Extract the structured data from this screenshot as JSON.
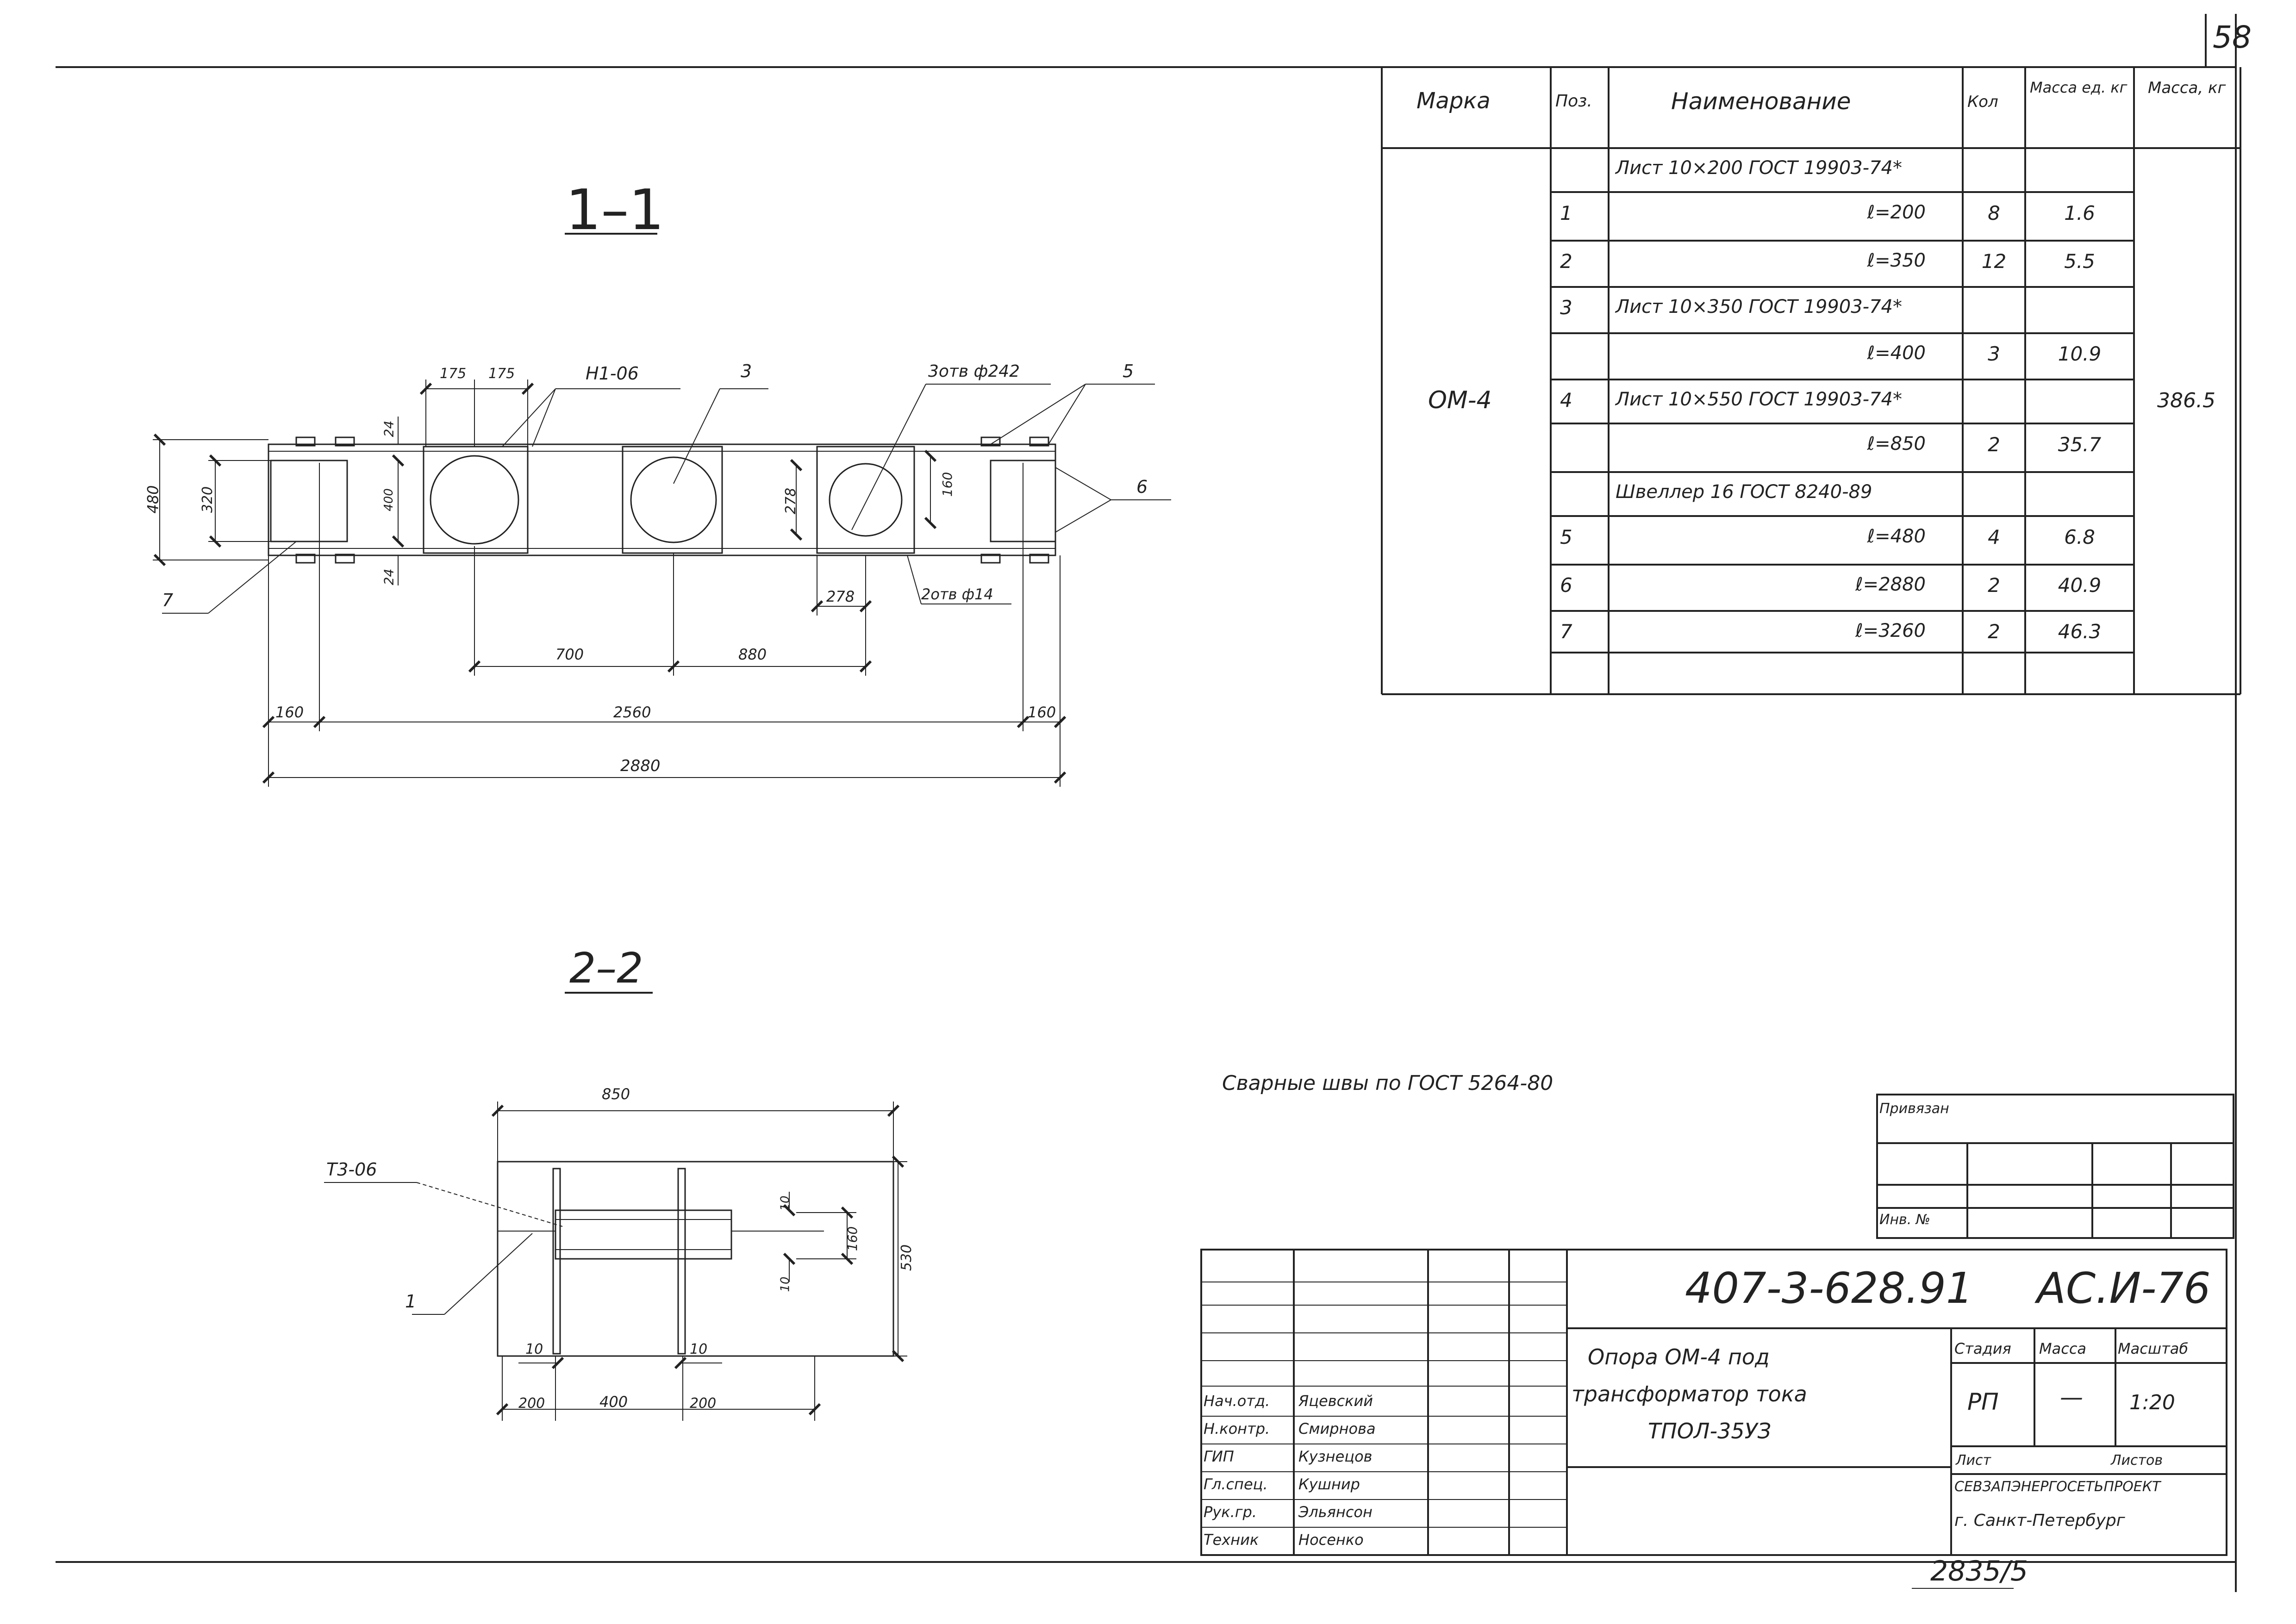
{
  "sheet_number": "58",
  "section_1": {
    "title": "1–1",
    "dims": {
      "d175a": "175",
      "d175b": "175",
      "h400": "480",
      "h320": "320",
      "h400b": "400",
      "d24top": "24",
      "d24bot": "24",
      "d160": "160",
      "d278v": "278",
      "d278": "278",
      "d700": "700",
      "d880": "880",
      "d160l": "160",
      "d2560": "2560",
      "d160r": "160",
      "d2880": "2880"
    },
    "labels": {
      "weld": "Н1-06",
      "pos3": "3",
      "holes3": "3отв ф242",
      "pos5": "5",
      "pos6": "6",
      "pos7": "7",
      "holes2": "2отв ф14"
    }
  },
  "section_2": {
    "title": "2–2",
    "dims": {
      "d850": "850",
      "d10a": "10",
      "d160": "160",
      "d10b": "10",
      "d530": "530",
      "d10l": "10",
      "d10r": "10",
      "d200l": "200",
      "d400": "400",
      "d200r": "200"
    },
    "labels": {
      "weld": "Т3-06",
      "pos1": "1"
    }
  },
  "weld_note": "Сварные швы по ГОСТ 5264-80",
  "spec_table": {
    "headers": {
      "mark": "Марка",
      "pos": "Поз.",
      "name": "Наименование",
      "qty": "Кол",
      "unit_mass": "Масса ед. кг",
      "mass": "Масса, кг"
    },
    "mark": "ОМ-4",
    "total_mass": "386.5",
    "rows": [
      {
        "pos": "",
        "name": "Лист 10×200 ГОСТ 19903-74*",
        "qty": "",
        "unit": ""
      },
      {
        "pos": "1",
        "name": "ℓ=200",
        "qty": "8",
        "unit": "1.6"
      },
      {
        "pos": "2",
        "name": "ℓ=350",
        "qty": "12",
        "unit": "5.5"
      },
      {
        "pos": "3",
        "name": "Лист 10×350 ГОСТ 19903-74*",
        "qty": "",
        "unit": ""
      },
      {
        "pos": "",
        "name": "ℓ=400",
        "qty": "3",
        "unit": "10.9"
      },
      {
        "pos": "4",
        "name": "Лист 10×550 ГОСТ 19903-74*",
        "qty": "",
        "unit": ""
      },
      {
        "pos": "",
        "name": "ℓ=850",
        "qty": "2",
        "unit": "35.7"
      },
      {
        "pos": "",
        "name": "Швеллер 16 ГОСТ 8240-89",
        "qty": "",
        "unit": ""
      },
      {
        "pos": "5",
        "name": "ℓ=480",
        "qty": "4",
        "unit": "6.8"
      },
      {
        "pos": "6",
        "name": "ℓ=2880",
        "qty": "2",
        "unit": "40.9"
      },
      {
        "pos": "7",
        "name": "ℓ=3260",
        "qty": "2",
        "unit": "46.3"
      },
      {
        "pos": "",
        "name": "",
        "qty": "",
        "unit": ""
      }
    ]
  },
  "title_block": {
    "binding_label": "Привязан",
    "inv_label": "Инв. №",
    "doc_code": "407-3-628.91",
    "doc_suffix": "АС.И-76",
    "title_line1": "Опора ОМ-4 под",
    "title_line2": "трансформатор тока",
    "title_line3": "ТПОЛ-35УЗ",
    "stage_label": "Стадия",
    "mass_label": "Масса",
    "scale_label": "Масштаб",
    "stage": "РП",
    "mass": "—",
    "scale": "1:20",
    "sheet_label": "Лист",
    "sheets_label": "Листов",
    "org_line1": "СЕВЗАПЭНЕРГОСЕТЬПРОЕКТ",
    "org_line2": "г. Санкт-Петербург",
    "roles": [
      {
        "role": "Нач.отд.",
        "name": "Яцевский"
      },
      {
        "role": "Н.контр.",
        "name": "Смирнова"
      },
      {
        "role": "ГИП",
        "name": "Кузнецов"
      },
      {
        "role": "Гл.спец.",
        "name": "Кушнир"
      },
      {
        "role": "Рук.гр.",
        "name": "Эльянсон"
      },
      {
        "role": "Техник",
        "name": "Носенко"
      }
    ],
    "footer_number": "2835/5"
  }
}
